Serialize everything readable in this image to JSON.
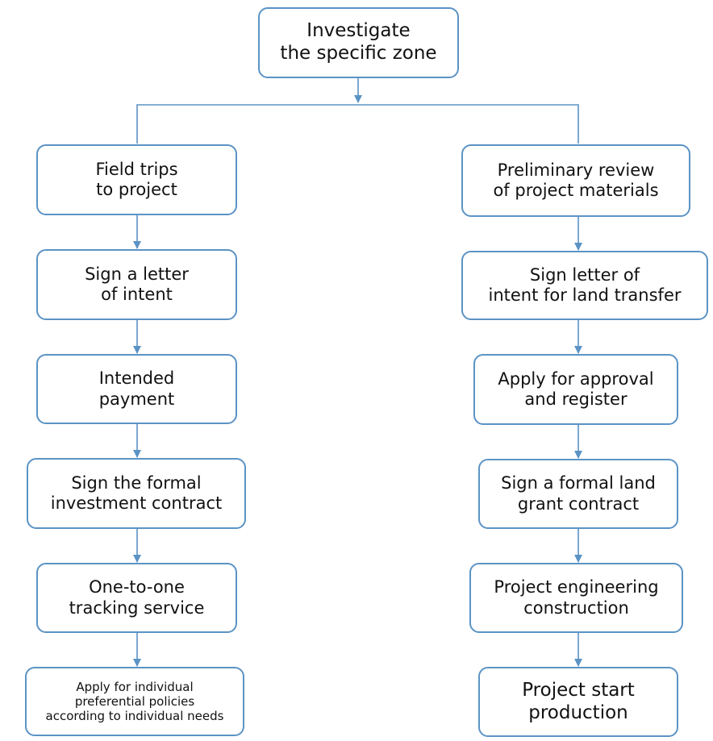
{
  "colors": {
    "stroke": "#5b93c5",
    "text": "#111111",
    "background": "#ffffff"
  },
  "nodes": {
    "root": "Investigate\nthe specific zone",
    "left": [
      "Field trips\nto project",
      "Sign a letter\nof intent",
      "Intended\npayment",
      "Sign the formal\ninvestment contract",
      "One-to-one\ntracking service",
      "Apply for individual\npreferential policies\naccording to individual needs"
    ],
    "right": [
      "Preliminary review\nof project materials",
      "Sign letter of\nintent for land transfer",
      "Apply for approval\nand register",
      "Sign a formal land\ngrant contract",
      "Project engineering\nconstruction",
      "Project start\nproduction"
    ]
  }
}
